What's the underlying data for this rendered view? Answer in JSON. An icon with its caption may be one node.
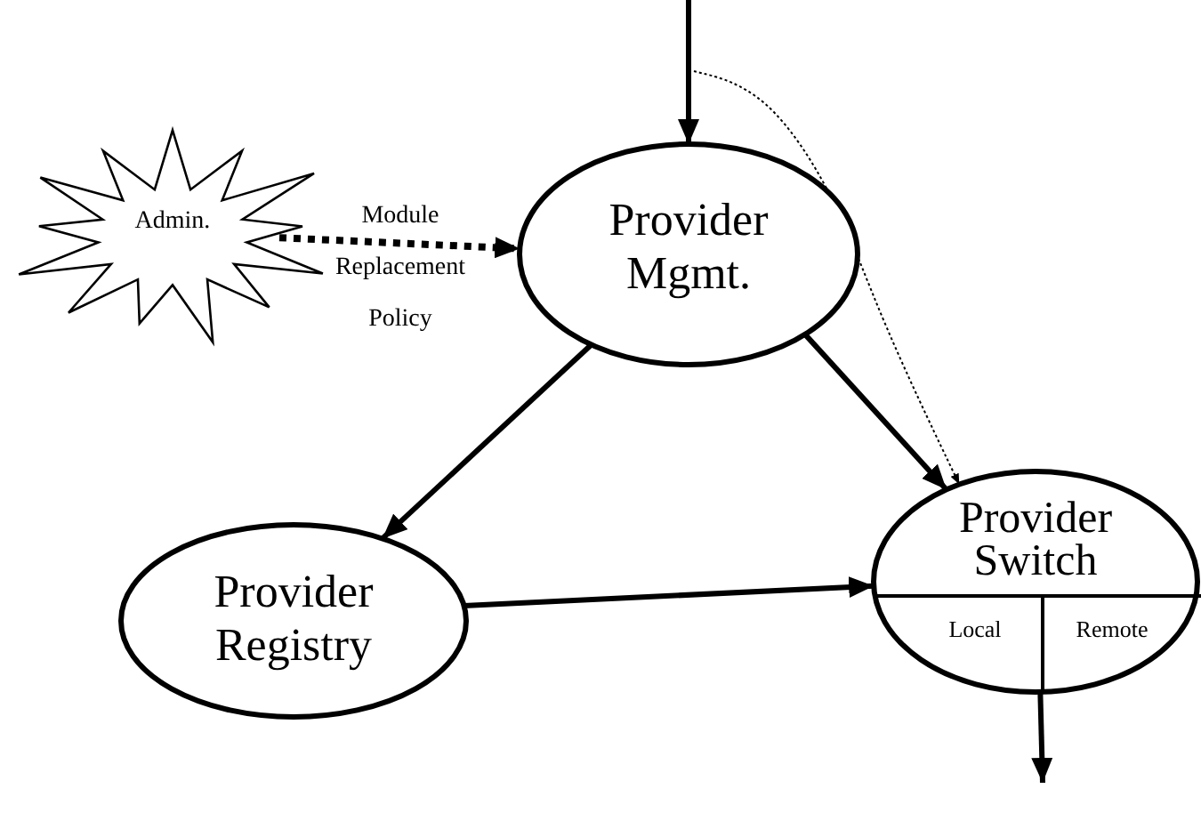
{
  "diagram": {
    "nodes": [
      {
        "text": [
          "Admin."
        ]
      },
      {
        "text": [
          "Provider Mgmt."
        ]
      },
      {
        "text": [
          "Provider Registry"
        ]
      },
      {
        "text": [
          "Provider Switch",
          "Local",
          "Remote"
        ]
      }
    ],
    "edges": [
      {
        "from": 0,
        "to": 1,
        "arrow": "to",
        "style": "dashed",
        "label": "Module Replacement Policy"
      },
      {
        "from": 1,
        "to": 2,
        "arrow": "to"
      },
      {
        "from": 1,
        "to": 3,
        "arrow": "to"
      },
      {
        "from": 2,
        "to": 3,
        "arrow": "to"
      },
      {
        "from": null,
        "to": 1,
        "arrow": "to"
      },
      {
        "from": null,
        "to": 3,
        "arrow": "to",
        "style": "dashed"
      },
      {
        "from": 3,
        "to": null,
        "arrow": "to"
      }
    ]
  }
}
